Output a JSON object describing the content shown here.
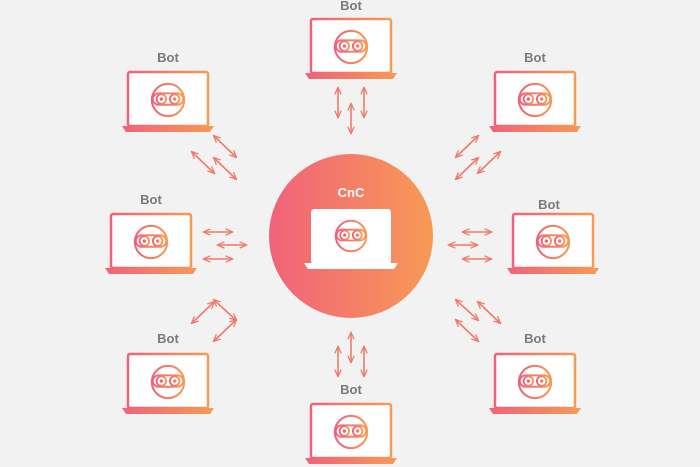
{
  "diagram": {
    "center": {
      "label": "CnC"
    },
    "nodes": [
      {
        "id": "top",
        "label": "Bot"
      },
      {
        "id": "top-left",
        "label": "Bot"
      },
      {
        "id": "top-right",
        "label": "Bot"
      },
      {
        "id": "left",
        "label": "Bot"
      },
      {
        "id": "right",
        "label": "Bot"
      },
      {
        "id": "bottom-left",
        "label": "Bot"
      },
      {
        "id": "bottom-right",
        "label": "Bot"
      },
      {
        "id": "bottom",
        "label": "Bot"
      }
    ],
    "connection": "bidirectional-arrows",
    "colors": {
      "gradient_start": "#f0627a",
      "gradient_end": "#f79a55",
      "label": "#7a7a7a",
      "background": "#f3f2f2"
    }
  }
}
